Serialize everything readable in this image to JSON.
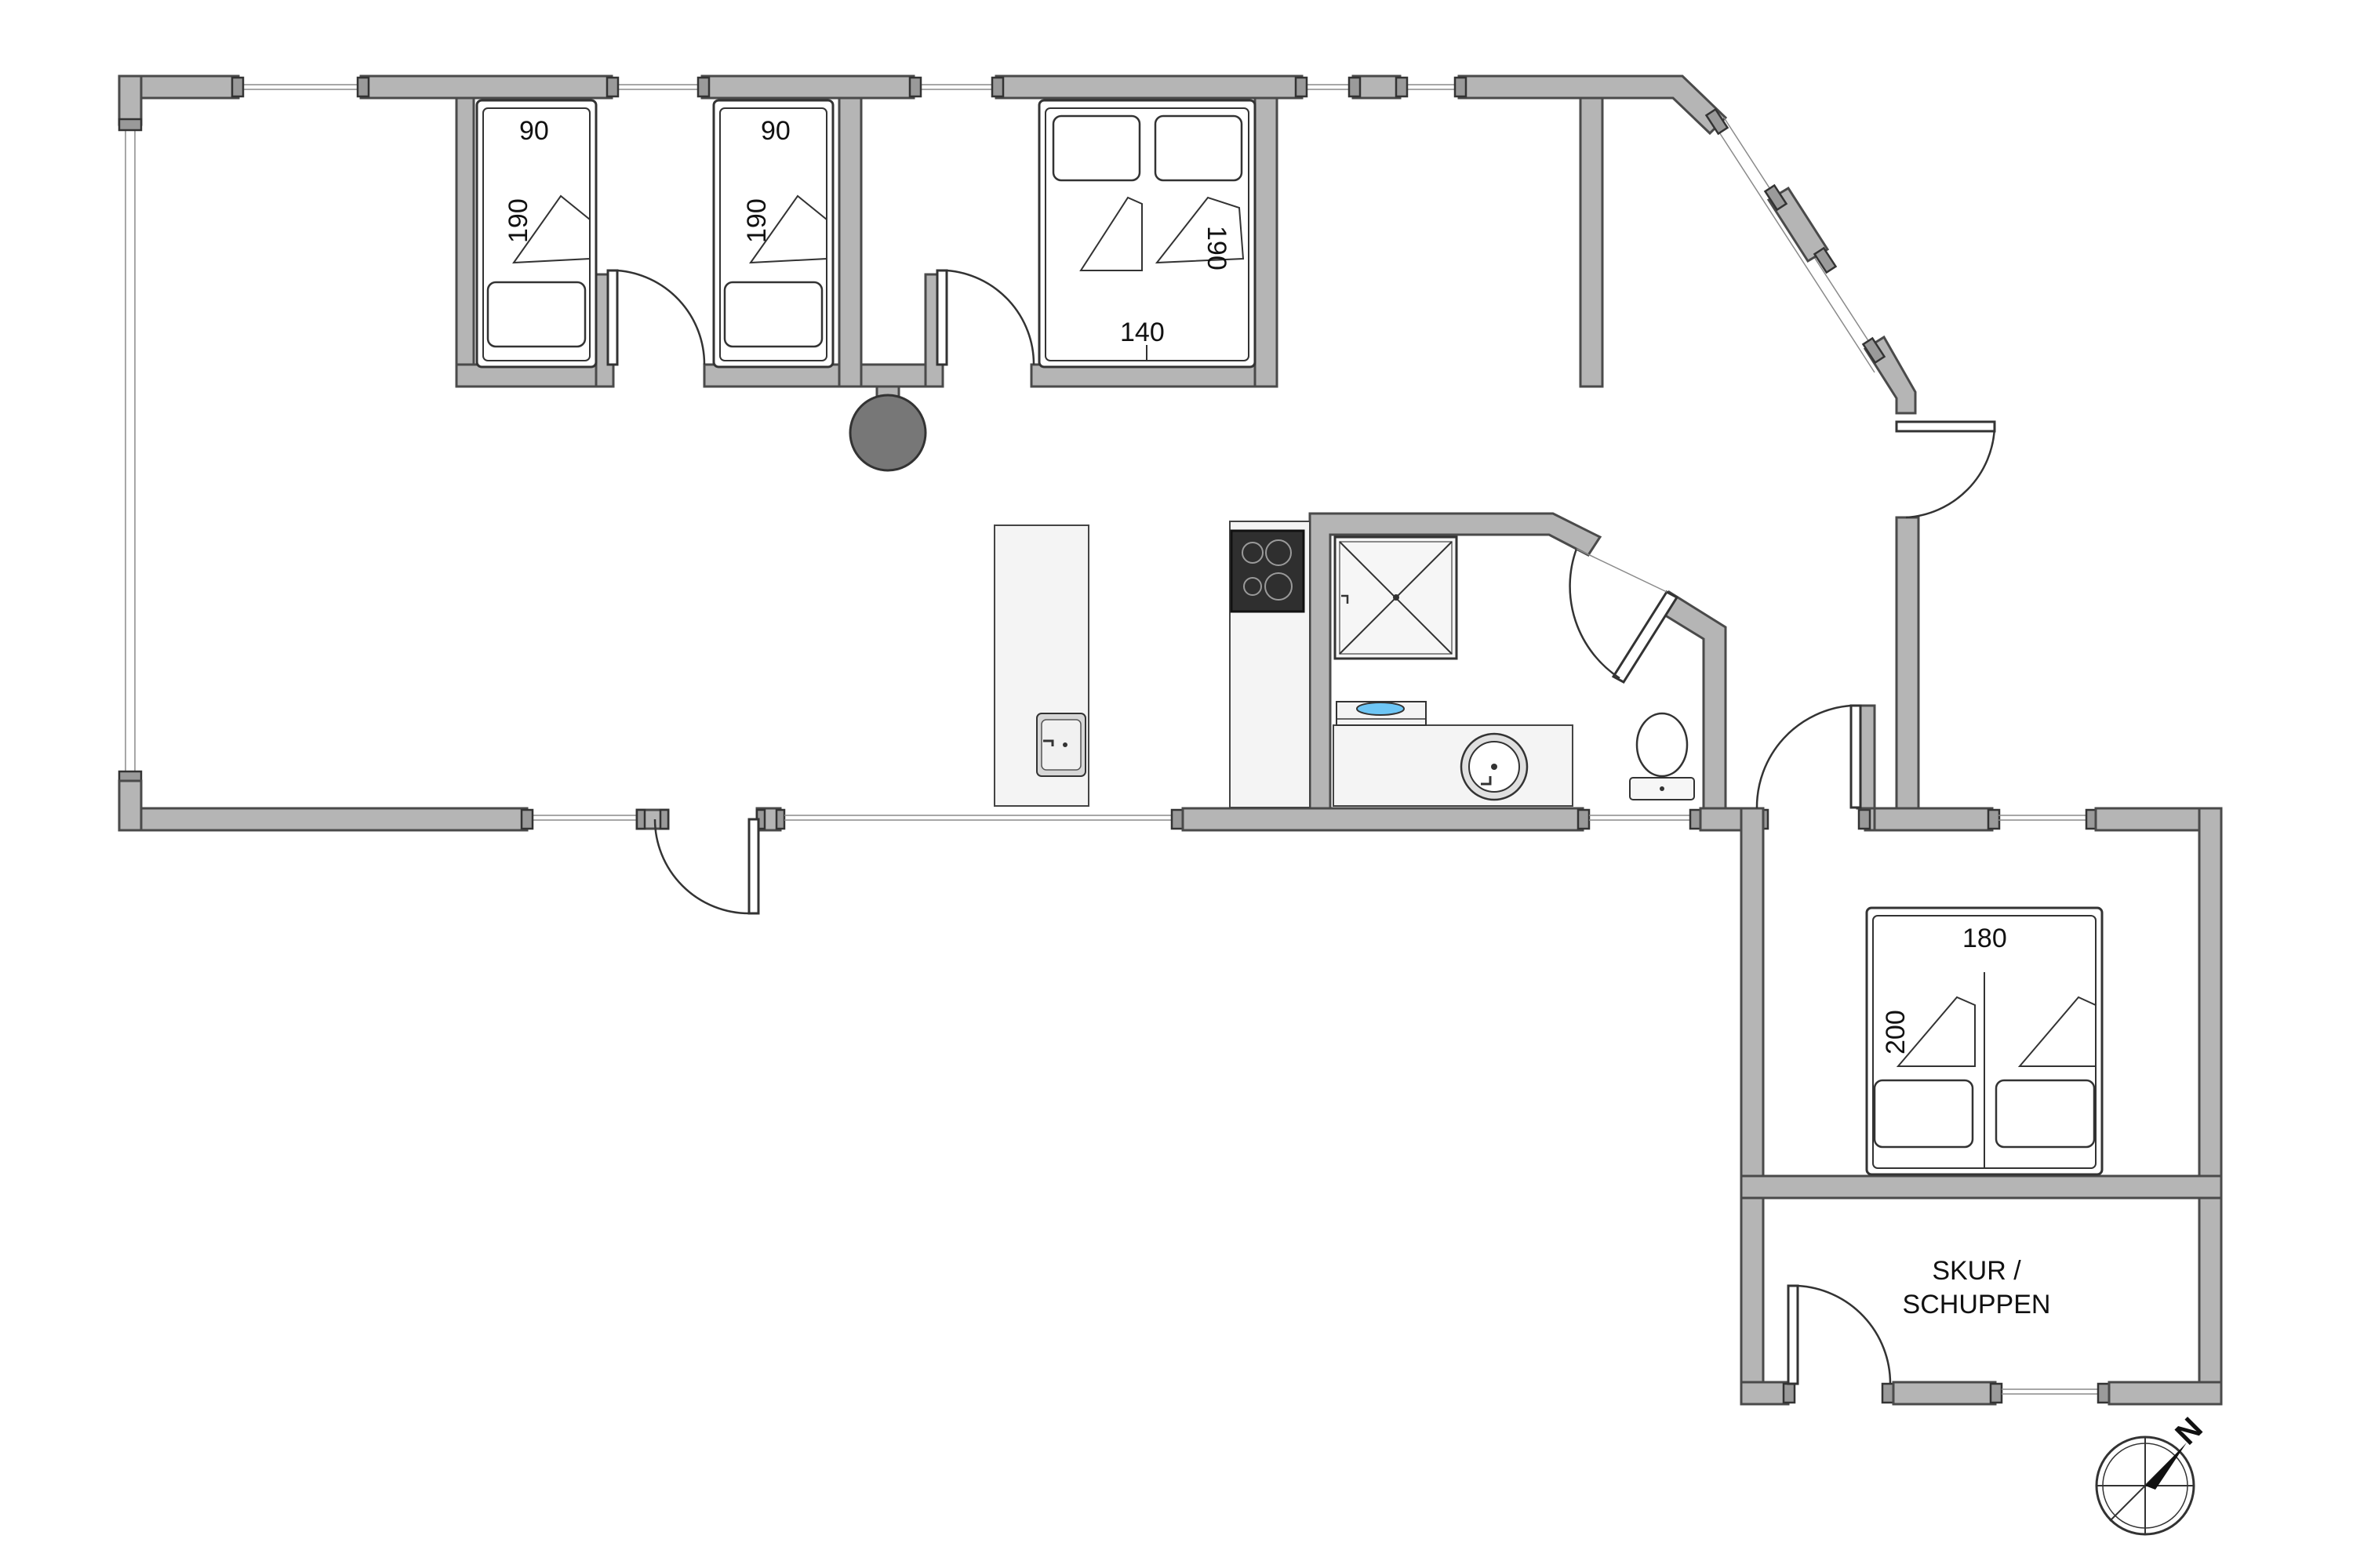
{
  "bedroom_1": {
    "bed_width": "90",
    "bed_length": "190"
  },
  "bedroom_2": {
    "bed_width": "90",
    "bed_length": "190"
  },
  "bedroom_3": {
    "bed_width": "140",
    "bed_length": "190"
  },
  "bedroom_4": {
    "bed_width": "180",
    "bed_length": "200"
  },
  "shed": {
    "label_line1": "SKUR /",
    "label_line2": "SCHUPPEN"
  },
  "compass": {
    "north_label": "N"
  }
}
